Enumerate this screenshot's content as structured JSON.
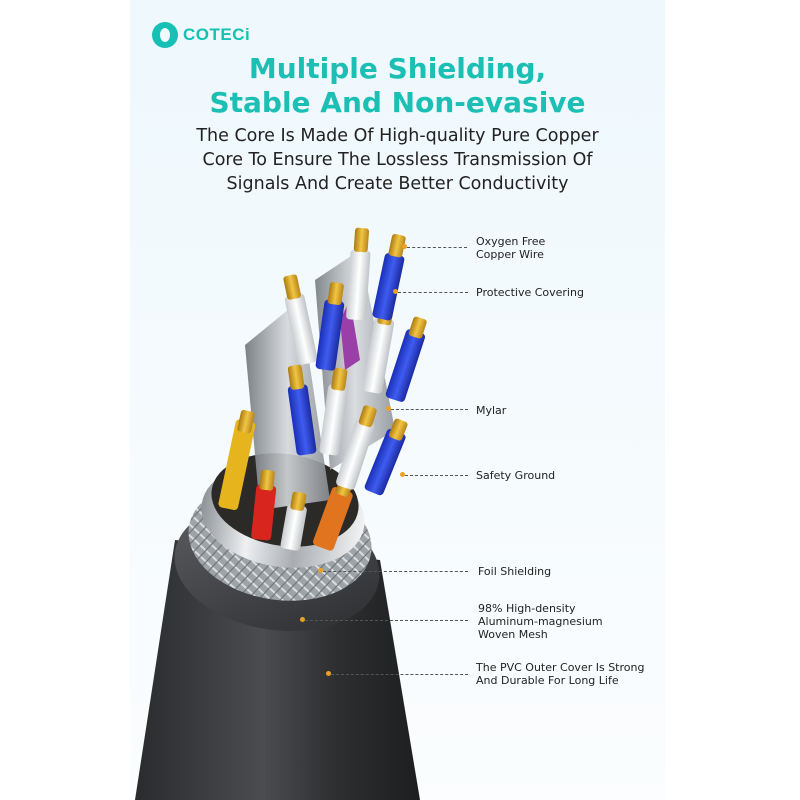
{
  "brand": {
    "name": "COTECi",
    "accent": "#17c0b4",
    "logo_icon": "coteci-logo-icon"
  },
  "headline": {
    "line1": "Multiple Shielding,",
    "line2": "Stable And Non-evasive",
    "color": "#1bbfb3"
  },
  "description": {
    "line1": "The Core Is Made Of High-quality Pure Copper",
    "line2": "Core To Ensure The Lossless Transmission Of",
    "line3": "Signals And Create Better Conductivity"
  },
  "callouts": {
    "copper": {
      "line1": "Oxygen Free",
      "line2": "Copper Wire"
    },
    "protective": "Protective Covering",
    "mylar": "Mylar",
    "ground": "Safety Ground",
    "foil": "Foil Shielding",
    "mesh": {
      "line1": "98% High-density",
      "line2": "Aluminum-magnesium",
      "line3": "Woven Mesh"
    },
    "pvc": {
      "line1": "The PVC Outer Cover Is Strong",
      "line2": "And Durable For Long Life"
    }
  }
}
